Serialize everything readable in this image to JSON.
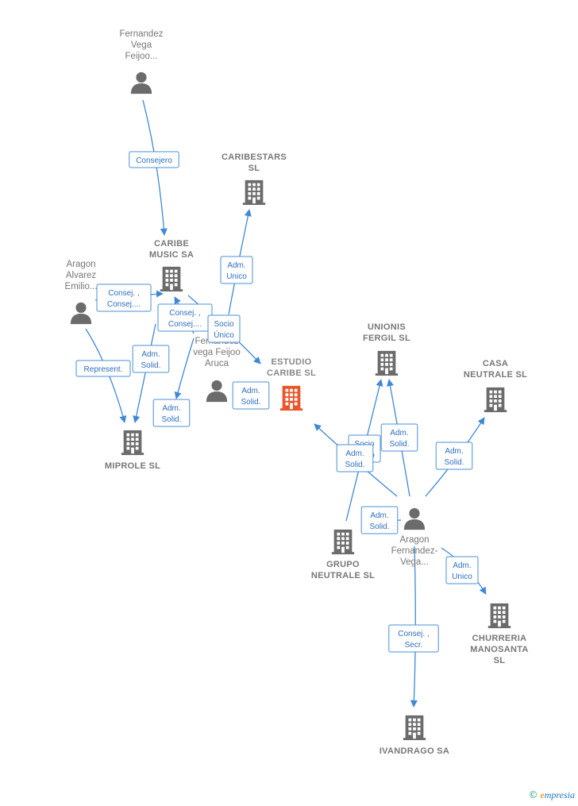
{
  "nodes": [
    {
      "id": "fernandez_vega",
      "kind": "person",
      "lines": [
        "Fernandez",
        "Vega",
        "Feijoo..."
      ]
    },
    {
      "id": "caribestars",
      "kind": "company",
      "lines": [
        "CARIBESTARS",
        "SL"
      ]
    },
    {
      "id": "caribe_music",
      "kind": "company",
      "lines": [
        "CARIBE",
        "MUSIC SA"
      ]
    },
    {
      "id": "aragon_alvarez",
      "kind": "person",
      "lines": [
        "Aragon",
        "Alvarez",
        "Emilio..."
      ]
    },
    {
      "id": "fernandez_vega_aruca",
      "kind": "person",
      "lines": [
        "Fernandez",
        "vega Feijoo",
        "Aruca"
      ]
    },
    {
      "id": "estudio_caribe",
      "kind": "company-main",
      "lines": [
        "ESTUDIO",
        "CARIBE SL"
      ]
    },
    {
      "id": "miprole",
      "kind": "company",
      "lines": [
        "MIPROLE SL"
      ]
    },
    {
      "id": "unionis",
      "kind": "company",
      "lines": [
        "UNIONIS",
        "FERGIL SL"
      ]
    },
    {
      "id": "casa_neutrale",
      "kind": "company",
      "lines": [
        "CASA",
        "NEUTRALE SL"
      ]
    },
    {
      "id": "grupo_neutrale",
      "kind": "company",
      "lines": [
        "GRUPO",
        "NEUTRALE SL"
      ]
    },
    {
      "id": "aragon_fernandez",
      "kind": "person",
      "lines": [
        "Aragon",
        "Fernandez-",
        "Vega..."
      ]
    },
    {
      "id": "churreria",
      "kind": "company",
      "lines": [
        "CHURRERIA",
        "MANOSANTA",
        "SL"
      ]
    },
    {
      "id": "ivandrago",
      "kind": "company",
      "lines": [
        "IVANDRAGO SA"
      ]
    }
  ],
  "edges": [
    {
      "from": "fernandez_vega",
      "to": "caribe_music",
      "label": [
        "Consejero"
      ]
    },
    {
      "from": "fernandez_vega_aruca",
      "to": "caribestars",
      "label": [
        "Adm.",
        "Unico"
      ]
    },
    {
      "from": "aragon_alvarez",
      "to": "caribe_music",
      "label": [
        "Consej. ,",
        "Consej...."
      ]
    },
    {
      "from": "fernandez_vega_aruca",
      "to": "caribe_music",
      "label": [
        "Consej. ,",
        "Consej...."
      ]
    },
    {
      "from": "caribe_music",
      "to": "estudio_caribe",
      "label": [
        "Socio",
        "Único"
      ]
    },
    {
      "from": "aragon_alvarez",
      "to": "miprole",
      "label": [
        "Represent."
      ]
    },
    {
      "from": "caribe_music",
      "to": "miprole",
      "label": [
        "Adm.",
        "Solid."
      ]
    },
    {
      "from": "fernandez_vega_aruca",
      "to": "miprole",
      "label": [
        "Adm.",
        "Solid."
      ]
    },
    {
      "from": "fernandez_vega_aruca",
      "to": "estudio_caribe",
      "label": [
        "Adm.",
        "Solid."
      ]
    },
    {
      "from": "grupo_neutrale",
      "to": "unionis",
      "label": [
        "Socio",
        "Único"
      ]
    },
    {
      "from": "aragon_fernandez",
      "to": "unionis",
      "label": [
        "Adm.",
        "Solid."
      ]
    },
    {
      "from": "aragon_fernandez",
      "to": "estudio_caribe",
      "label": [
        "Adm.",
        "Solid."
      ]
    },
    {
      "from": "aragon_fernandez",
      "to": "casa_neutrale",
      "label": [
        "Adm.",
        "Solid."
      ]
    },
    {
      "from": "aragon_fernandez",
      "to": "grupo_neutrale",
      "label": [
        "Adm.",
        "Solid."
      ]
    },
    {
      "from": "aragon_fernandez",
      "to": "churreria",
      "label": [
        "Adm.",
        "Unico"
      ]
    },
    {
      "from": "aragon_fernandez",
      "to": "ivandrago",
      "label": [
        "Consej. ,",
        "Secr."
      ]
    }
  ],
  "colors": {
    "edge": "#3f88d8",
    "icon": "#6b6b6b",
    "main_company": "#e8562a",
    "label_text": "#2f6fbf"
  },
  "footer": {
    "copyright": "©",
    "brand_first": "e",
    "brand_rest": "mpresia"
  }
}
